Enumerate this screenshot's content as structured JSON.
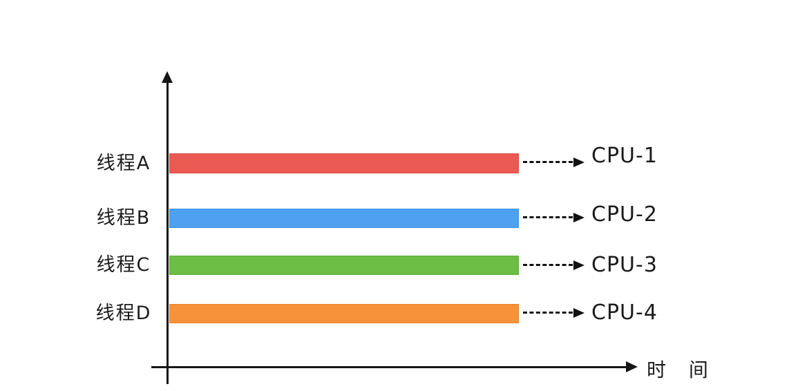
{
  "diagram": {
    "type": "thread-to-cpu-parallel-execution",
    "background_color": "#ffffff",
    "axis_color": "#161616",
    "x_axis_label": "时 间",
    "rows": [
      {
        "thread_label": "线程A",
        "cpu_label": "CPU-1",
        "bar_color": "#eb5a52",
        "bar_border_color": "#dc4a42"
      },
      {
        "thread_label": "线程B",
        "cpu_label": "CPU-2",
        "bar_color": "#4da1f0",
        "bar_border_color": "#3c92e2"
      },
      {
        "thread_label": "线程C",
        "cpu_label": "CPU-3",
        "bar_color": "#6cbe45",
        "bar_border_color": "#5dae37"
      },
      {
        "thread_label": "线程D",
        "cpu_label": "CPU-4",
        "bar_color": "#f6923a",
        "bar_border_color": "#e8832c"
      }
    ]
  }
}
